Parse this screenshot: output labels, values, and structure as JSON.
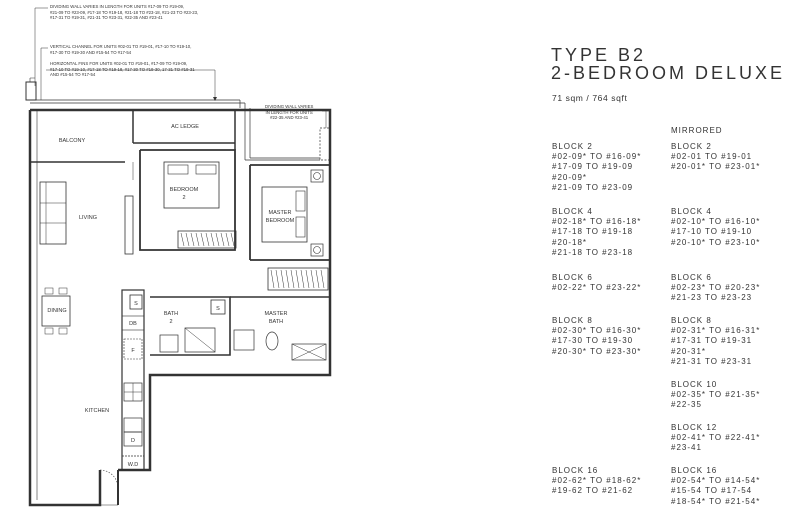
{
  "notes": {
    "dividing_wall": "DIVIDING WALL VARIES IN LENGTH FOR UNITS #17-09 TO #19-09,\n#21-09 TO #23-09, #17-18 TO #19-18, #21-18 TO #23-18, #21-23 TO #23-23,\n#17-31 TO #19-31, #21-31 TO #23-31, #22-35 AND #23-41",
    "vertical_channel": "VERTICAL CHANNEL FOR UNITS #02-01 TO #19-01, #17-10 TO #19-10,\n#17-30 TO #19-30 AND #15-54 TO #17-54",
    "horizontal_fins": "HORIZONTAL FINS FOR UNITS #02-01 TO #19-01, #17-09 TO #19-09,\n#17-10 TO #19-10, #17-18 TO #19-18, #17-30 TO #19-30, 17-31 TO #19-31\nAND #15-54 TO #17-54",
    "dividing_wall_2": "DIVIDING WALL VARIES\nIN LENGTH FOR UNITS\n#22-35 AND #23-41"
  },
  "rooms": {
    "balcony": "BALCONY",
    "ac_ledge": "AC LEDGE",
    "bedroom2_line1": "BEDROOM",
    "bedroom2_line2": "2",
    "master_line1": "MASTER",
    "master_line2": "BEDROOM",
    "living": "LIVING",
    "dining": "DINING",
    "bath2_line1": "BATH",
    "bath2_line2": "2",
    "master_bath_line1": "MASTER",
    "master_bath_line2": "BATH",
    "kitchen": "KITCHEN",
    "db": "DB",
    "f": "F",
    "d": "D",
    "wd": "W.D",
    "s1": "S",
    "s2": "S"
  },
  "unit": {
    "title_line1": "TYPE B2",
    "title_line2": "2-BEDROOM DELUXE",
    "area": "71 sqm / 764 sqft",
    "mirrored_label": "MIRRORED"
  },
  "blocks_left": [
    {
      "name": "BLOCK 2",
      "units": [
        "#02-09* TO #16-09*",
        "#17-09 TO #19-09",
        "#20-09*",
        "#21-09 TO #23-09"
      ]
    },
    {
      "name": "BLOCK 4",
      "units": [
        "#02-18* TO #16-18*",
        "#17-18 TO #19-18",
        "#20-18*",
        "#21-18 TO #23-18"
      ]
    },
    {
      "name": "BLOCK 6",
      "units": [
        "#02-22* TO #23-22*"
      ]
    },
    {
      "name": "BLOCK 8",
      "units": [
        "#02-30* TO #16-30*",
        "#17-30 TO #19-30",
        "#20-30* TO #23-30*"
      ]
    },
    {
      "name": "BLOCK 16",
      "units": [
        "#02-62* TO #18-62*",
        "#19-62 TO #21-62"
      ]
    }
  ],
  "blocks_right": [
    {
      "name": "BLOCK 2",
      "units": [
        "#02-01 TO #19-01",
        "#20-01* TO #23-01*"
      ]
    },
    {
      "name": "BLOCK 4",
      "units": [
        "#02-10* TO #16-10*",
        "#17-10 TO #19-10",
        "#20-10* TO #23-10*"
      ]
    },
    {
      "name": "BLOCK 6",
      "units": [
        "#02-23* TO #20-23*",
        "#21-23 TO #23-23"
      ]
    },
    {
      "name": "BLOCK 8",
      "units": [
        "#02-31* TO #16-31*",
        "#17-31 TO #19-31",
        "#20-31*",
        "#21-31 TO #23-31"
      ]
    },
    {
      "name": "BLOCK 10",
      "units": [
        "#02-35* TO #21-35*",
        "#22-35"
      ]
    },
    {
      "name": "BLOCK 12",
      "units": [
        "#02-41* TO #22-41*",
        "#23-41"
      ]
    },
    {
      "name": "BLOCK 16",
      "units": [
        "#02-54* TO #14-54*",
        "#15-54 TO #17-54",
        "#18-54* TO #21-54*"
      ]
    }
  ]
}
